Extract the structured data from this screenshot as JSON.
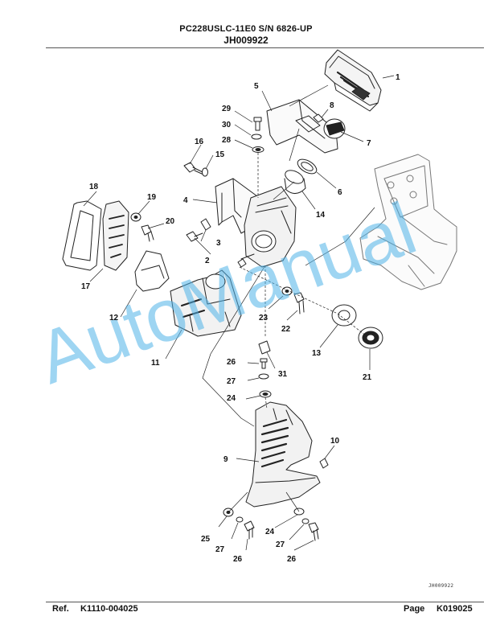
{
  "header": {
    "model_line": "PC228USLC-11E0 S/N 6826-UP",
    "figure_id": "JH009922"
  },
  "footer": {
    "ref_label": "Ref.",
    "ref_value": "K1110-004025",
    "page_label": "Page",
    "page_value": "K019025"
  },
  "drawing_code": "JH009922",
  "watermark": "AutoManual",
  "colors": {
    "watermark": "#4fb3e8",
    "line": "#222222"
  },
  "callouts": [
    {
      "id": "c1",
      "label": "1"
    },
    {
      "id": "c2",
      "label": "2"
    },
    {
      "id": "c3",
      "label": "3"
    },
    {
      "id": "c4",
      "label": "4"
    },
    {
      "id": "c5",
      "label": "5"
    },
    {
      "id": "c6",
      "label": "6"
    },
    {
      "id": "c7",
      "label": "7"
    },
    {
      "id": "c8",
      "label": "8"
    },
    {
      "id": "c9",
      "label": "9"
    },
    {
      "id": "c10",
      "label": "10"
    },
    {
      "id": "c11",
      "label": "11"
    },
    {
      "id": "c12",
      "label": "12"
    },
    {
      "id": "c13",
      "label": "13"
    },
    {
      "id": "c14",
      "label": "14"
    },
    {
      "id": "c15",
      "label": "15"
    },
    {
      "id": "c16",
      "label": "16"
    },
    {
      "id": "c17",
      "label": "17"
    },
    {
      "id": "c18",
      "label": "18"
    },
    {
      "id": "c19",
      "label": "19"
    },
    {
      "id": "c20",
      "label": "20"
    },
    {
      "id": "c21",
      "label": "21"
    },
    {
      "id": "c22",
      "label": "22"
    },
    {
      "id": "c23",
      "label": "23"
    },
    {
      "id": "c24a",
      "label": "24"
    },
    {
      "id": "c24b",
      "label": "24"
    },
    {
      "id": "c25",
      "label": "25"
    },
    {
      "id": "c26a",
      "label": "26"
    },
    {
      "id": "c26b",
      "label": "26"
    },
    {
      "id": "c26c",
      "label": "26"
    },
    {
      "id": "c27a",
      "label": "27"
    },
    {
      "id": "c27b",
      "label": "27"
    },
    {
      "id": "c27c",
      "label": "27"
    },
    {
      "id": "c28",
      "label": "28"
    },
    {
      "id": "c29",
      "label": "29"
    },
    {
      "id": "c30",
      "label": "30"
    },
    {
      "id": "c31",
      "label": "31"
    }
  ]
}
